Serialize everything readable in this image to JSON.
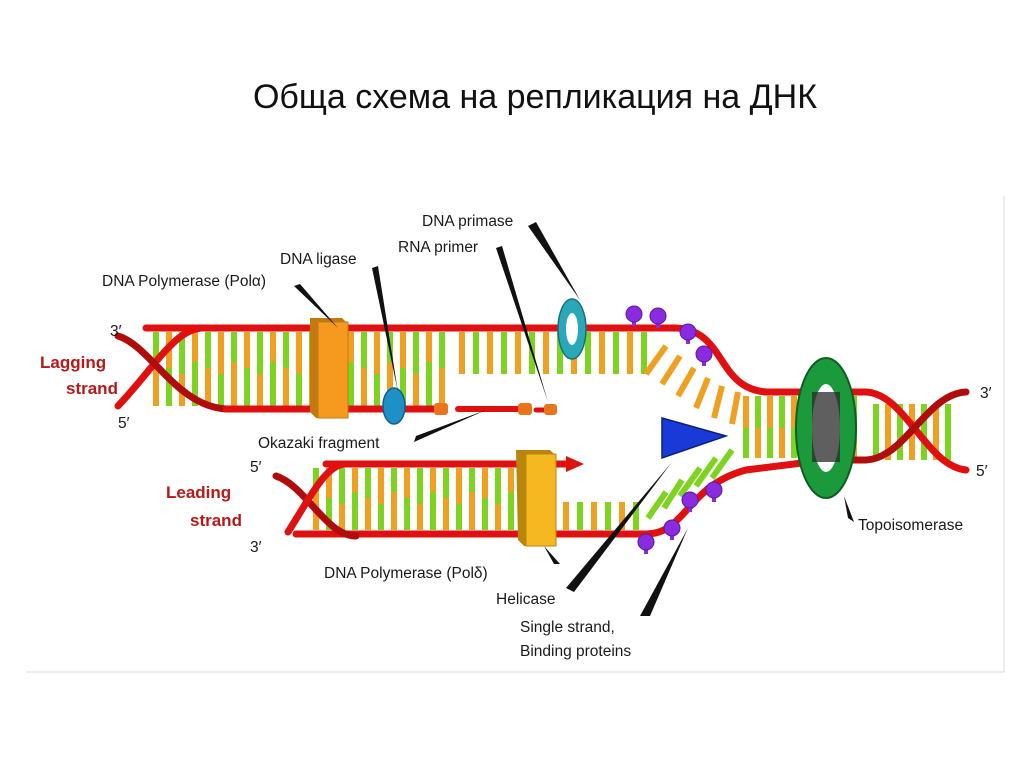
{
  "slide": {
    "title": "Обща схема на репликация на ДНК"
  },
  "diagram": {
    "labels": {
      "dna_primase": "DNA primase",
      "rna_primer": "RNA primer",
      "dna_ligase": "DNA ligase",
      "dna_polymerase_alpha": "DNA Polymerase (Polα)",
      "okazaki_fragment": "Okazaki fragment",
      "dna_polymerase_delta": "DNA Polymerase (Polδ)",
      "helicase": "Helicase",
      "ssb_line1": "Single strand,",
      "ssb_line2": "Binding proteins",
      "topoisomerase": "Topoisomerase"
    },
    "strands": {
      "lagging_line1": "Lagging",
      "lagging_line2": "strand",
      "leading_line1": "Leading",
      "leading_line2": "strand"
    },
    "ends": {
      "lagging_top": "3′",
      "lagging_bottom": "5′",
      "leading_top": "5′",
      "leading_bottom": "3′",
      "right_top": "3′",
      "right_bottom": "5′"
    },
    "colors": {
      "backbone": "#e01010",
      "base_green": "#7ed321",
      "base_orange": "#f0a020",
      "polymerase": "#f5a623",
      "ligase": "#1e90c8",
      "primase": "#2aa8b8",
      "helicase": "#1a3ad8",
      "topoisomerase": "#1a9a3a",
      "ssb_protein": "#8a2be2",
      "strand_label": "#b81818"
    }
  }
}
